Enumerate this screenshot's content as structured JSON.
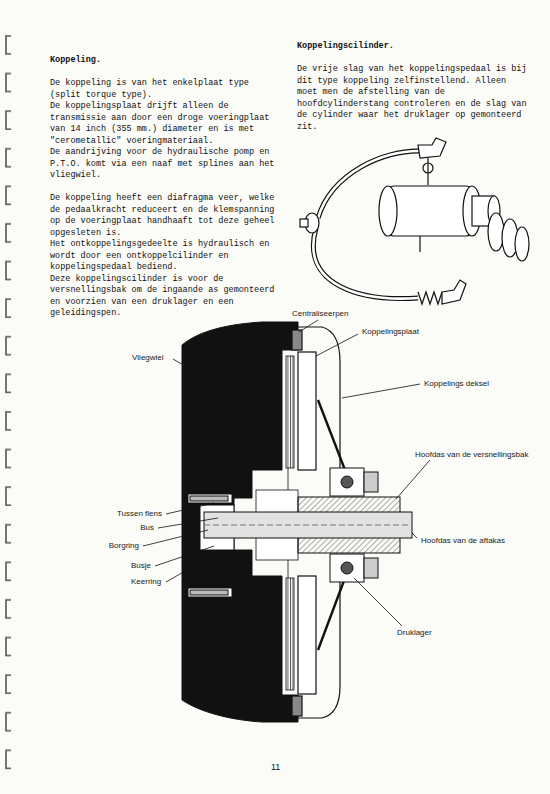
{
  "diagram": {
    "title": "Koppeling.",
    "labels": [
      "De koppeling is van het enkelplaat type (split torque type).",
      "De koppelingsplaat drijft alleen de transmissie aan door een droge voeringplaat van 14 inch (355 mm.) diameter en is met \"cerometallic\" voeringmateriaal.",
      "De aandrijving voor de hydraulische pomp en P.T.O. komt via een naaf met splines aan het vliegwiel.",
      "De koppeling heeft een diafragma veer, welke de pedaalkracht reduceert en de klemspanning op de voeringplaat handhaaft tot deze geheel opgesleten is.",
      "Het ontkoppelingsgedeelte is hydraulisch en wordt door een ontkoppelcilinder en koppelingspedaal bediend.",
      "Deze koppelingscilinder is voor de versnellingsbak om de ingaande as gemonteerd en voorzien van een druklager en een geleidingspen.",
      "Koppelingscilinder.",
      "De vrije slag van het koppelingspedaal is bij dit type koppeling zelfinstellend. Alleen moet men de afstelling van de hoofdcylinderstang controleren en de slag van de cylinder waar het druklager op gemonteerd zit.",
      "Centraliseerpen",
      "Koppelingsplaat",
      "Vliegwiel",
      "Koppelings deksel",
      "Hoofdas van de versnellingsbak",
      "Tussen flens",
      "Bus",
      "Borgring",
      "Hoofdas van de aftakas",
      "Busje",
      "Keerring",
      "Druklager",
      "11"
    ]
  }
}
